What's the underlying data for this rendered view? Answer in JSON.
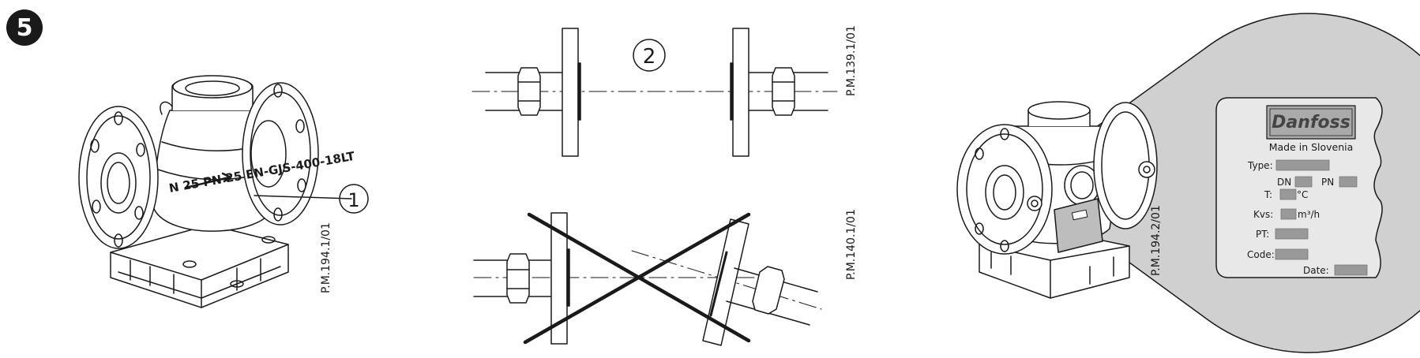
{
  "step_number": "5",
  "callouts": {
    "one": "1",
    "two": "2"
  },
  "valve_marking": "N 25 PN 25 EN-GJS-400-18LT",
  "drawing_refs": {
    "valve_left": "P.M.194.1/01",
    "flanges_ok": "P.M.139.1/01",
    "flanges_wrong": "P.M.140.1/01",
    "valve_label": "P.M.194.2/01"
  },
  "nameplate": {
    "logo": "Danfoss",
    "made_in": "Made in Slovenia",
    "type_label": "Type:",
    "dn_label": "DN",
    "pn_label": "PN",
    "t_label": "T:",
    "t_unit": "°C",
    "kvs_label": "Kvs:",
    "kvs_unit": "m³/h",
    "pt_label": "PT:",
    "code_label": "Code:",
    "date_label": "Date:"
  },
  "colors": {
    "magnifier": "#d0d0d0",
    "field": "#999999",
    "line": "#1a1a1a"
  }
}
